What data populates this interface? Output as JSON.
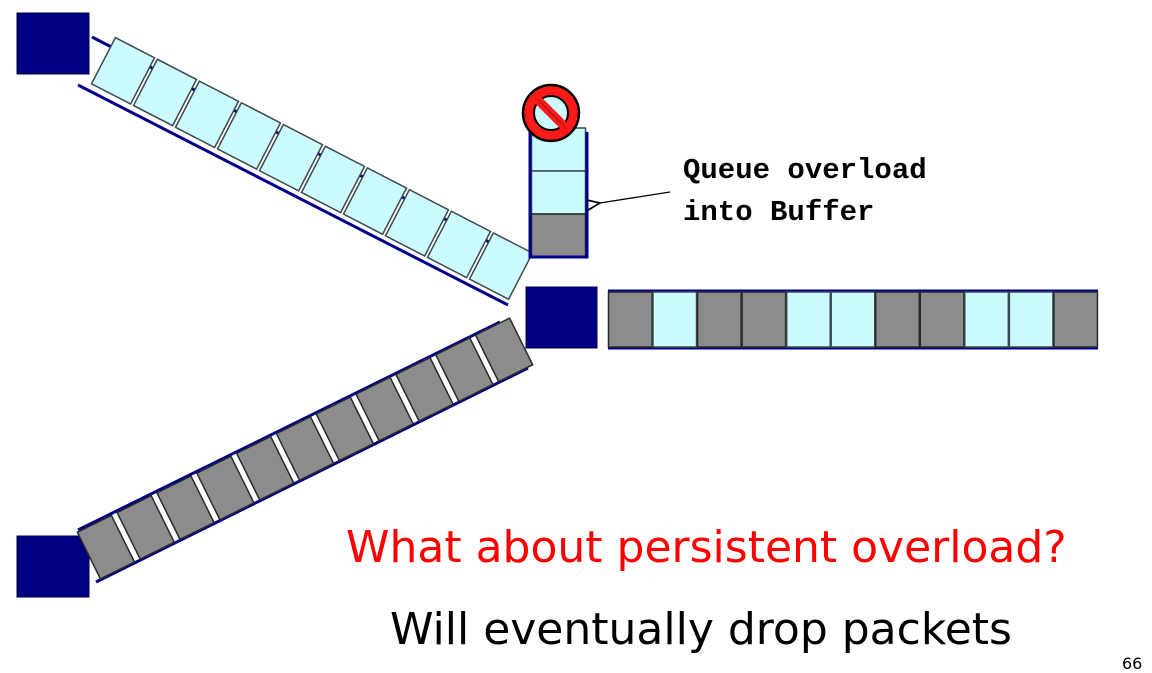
{
  "annotation": {
    "lines": [
      "Queue overload",
      "into Buffer"
    ]
  },
  "question": "What about persistent overload?",
  "answer": "Will eventually drop packets",
  "page_number": "66",
  "colors": {
    "node": "#000080",
    "link": "#00008b",
    "packet_light": "#ccfbff",
    "packet_dark": "#8c8c8c",
    "question_text": "#ff0000",
    "no_symbol": "#ff0000"
  },
  "icons": {
    "blocked": "no-entry-icon",
    "pointer": "arrow-left-icon"
  },
  "diagram": {
    "upper_link_packets": [
      "light",
      "light",
      "light",
      "light",
      "light",
      "light",
      "light",
      "light",
      "light",
      "light"
    ],
    "lower_link_packets": [
      "dark",
      "dark",
      "dark",
      "dark",
      "dark",
      "dark",
      "dark",
      "dark",
      "dark",
      "dark",
      "dark"
    ],
    "output_link_packets": [
      "dark",
      "light",
      "dark",
      "dark",
      "light",
      "light",
      "dark",
      "dark",
      "light",
      "light",
      "dark"
    ],
    "buffer_packets": [
      "light",
      "light",
      "dark"
    ]
  }
}
